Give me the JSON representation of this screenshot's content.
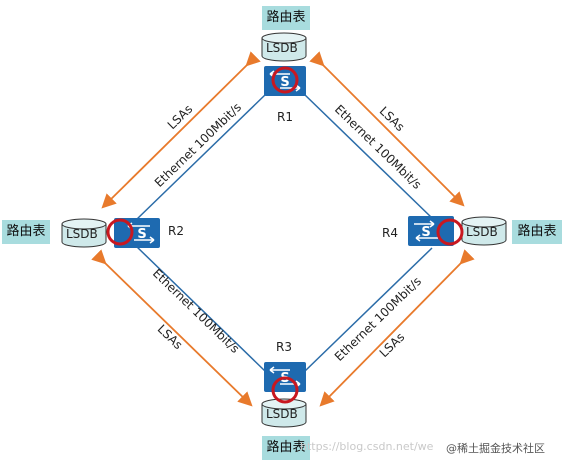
{
  "routing_table_label": "路由表",
  "lsdb_label": "LSDB",
  "link_label": "Ethernet 100Mbit/s",
  "lsa_label": "LSAs",
  "routers": {
    "r1": "R1",
    "r2": "R2",
    "r3": "R3",
    "r4": "R4"
  },
  "colors": {
    "router_blue": "#1e6ab0",
    "link_blue": "#2b6ca8",
    "lsa_orange": "#e87a2c",
    "route_box": "#a8dcde",
    "lsdb_fill": "#cfe9ea",
    "loop_red": "#c81820"
  },
  "watermark": {
    "csdn": "https://blog.csdn.net/we",
    "site": "@稀土掘金技术社区"
  }
}
